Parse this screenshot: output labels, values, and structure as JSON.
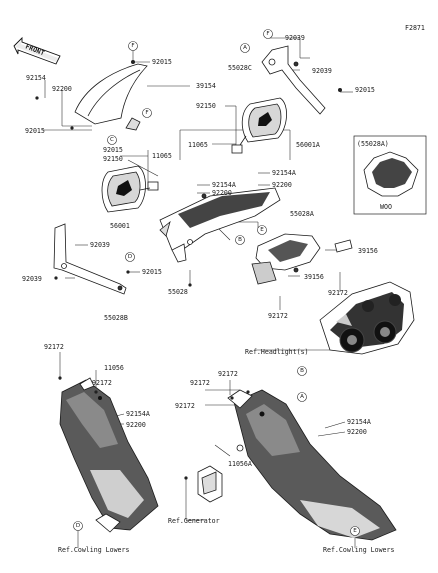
{
  "diagram_code": "F2871",
  "front_label": "FRONT",
  "inset_title": "(55028A)",
  "inset_color": "WOO",
  "part_numbers": {
    "p92015_top": "92015",
    "p92039_a": "92039",
    "p92039_b": "92039",
    "p55028C": "55028C",
    "p92154_l": "92154",
    "p92200_l": "92200",
    "p39154": "39154",
    "p92015_rt": "92015",
    "p92015_l": "92015",
    "p92150_r": "92150",
    "p11065_r": "11065",
    "p56001A": "56001A",
    "p92015_m": "92015",
    "p92150_m": "92150",
    "p11065_m": "11065",
    "p92154A_m": "92154A",
    "p92200_m": "92200",
    "p92154A_r": "92154A",
    "p92200_r": "92200",
    "p56001": "56001",
    "p55028A": "55028A",
    "p92039_c": "92039",
    "p92039_d": "92039",
    "p92015_lo": "92015",
    "p55028": "55028",
    "p39156_a": "39156",
    "p39156_b": "39156",
    "p92172_a": "92172",
    "p92172_b": "92172",
    "p55028B": "55028B",
    "p92172_c": "92172",
    "p11056_l": "11056",
    "p92172_d": "92172",
    "p92154A_l": "92154A",
    "p92200_ll": "92200",
    "p92172_e": "92172",
    "p92172_f": "92172",
    "p92172_g": "92172",
    "p92154A_rr": "92154A",
    "p92200_rr": "92200",
    "p11056A": "11056A"
  },
  "refs": {
    "headlight": "Ref.Headlight(s)",
    "generator": "Ref.Generator",
    "cowling_l": "Ref.Cowling Lowers",
    "cowling_r": "Ref.Cowling Lowers"
  },
  "callouts": [
    "A",
    "B",
    "C",
    "D",
    "E",
    "F"
  ]
}
